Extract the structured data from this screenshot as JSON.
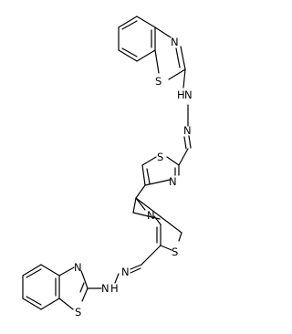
{
  "molecule": {
    "atoms": {
      "n_bt_top": "N",
      "s_bt_top": "S",
      "nh_top": "H",
      "nh_top_n": "N",
      "n_imine_top": "N",
      "s_tz_top": "S",
      "n_tz_top": "N",
      "n_tz_bot": "N",
      "s_tz_bot": "S",
      "n_imine_bot": "N",
      "nh_bot_n": "N",
      "nh_bot": "H",
      "n_bt_bot": "N",
      "s_bt_bot": "S"
    }
  }
}
